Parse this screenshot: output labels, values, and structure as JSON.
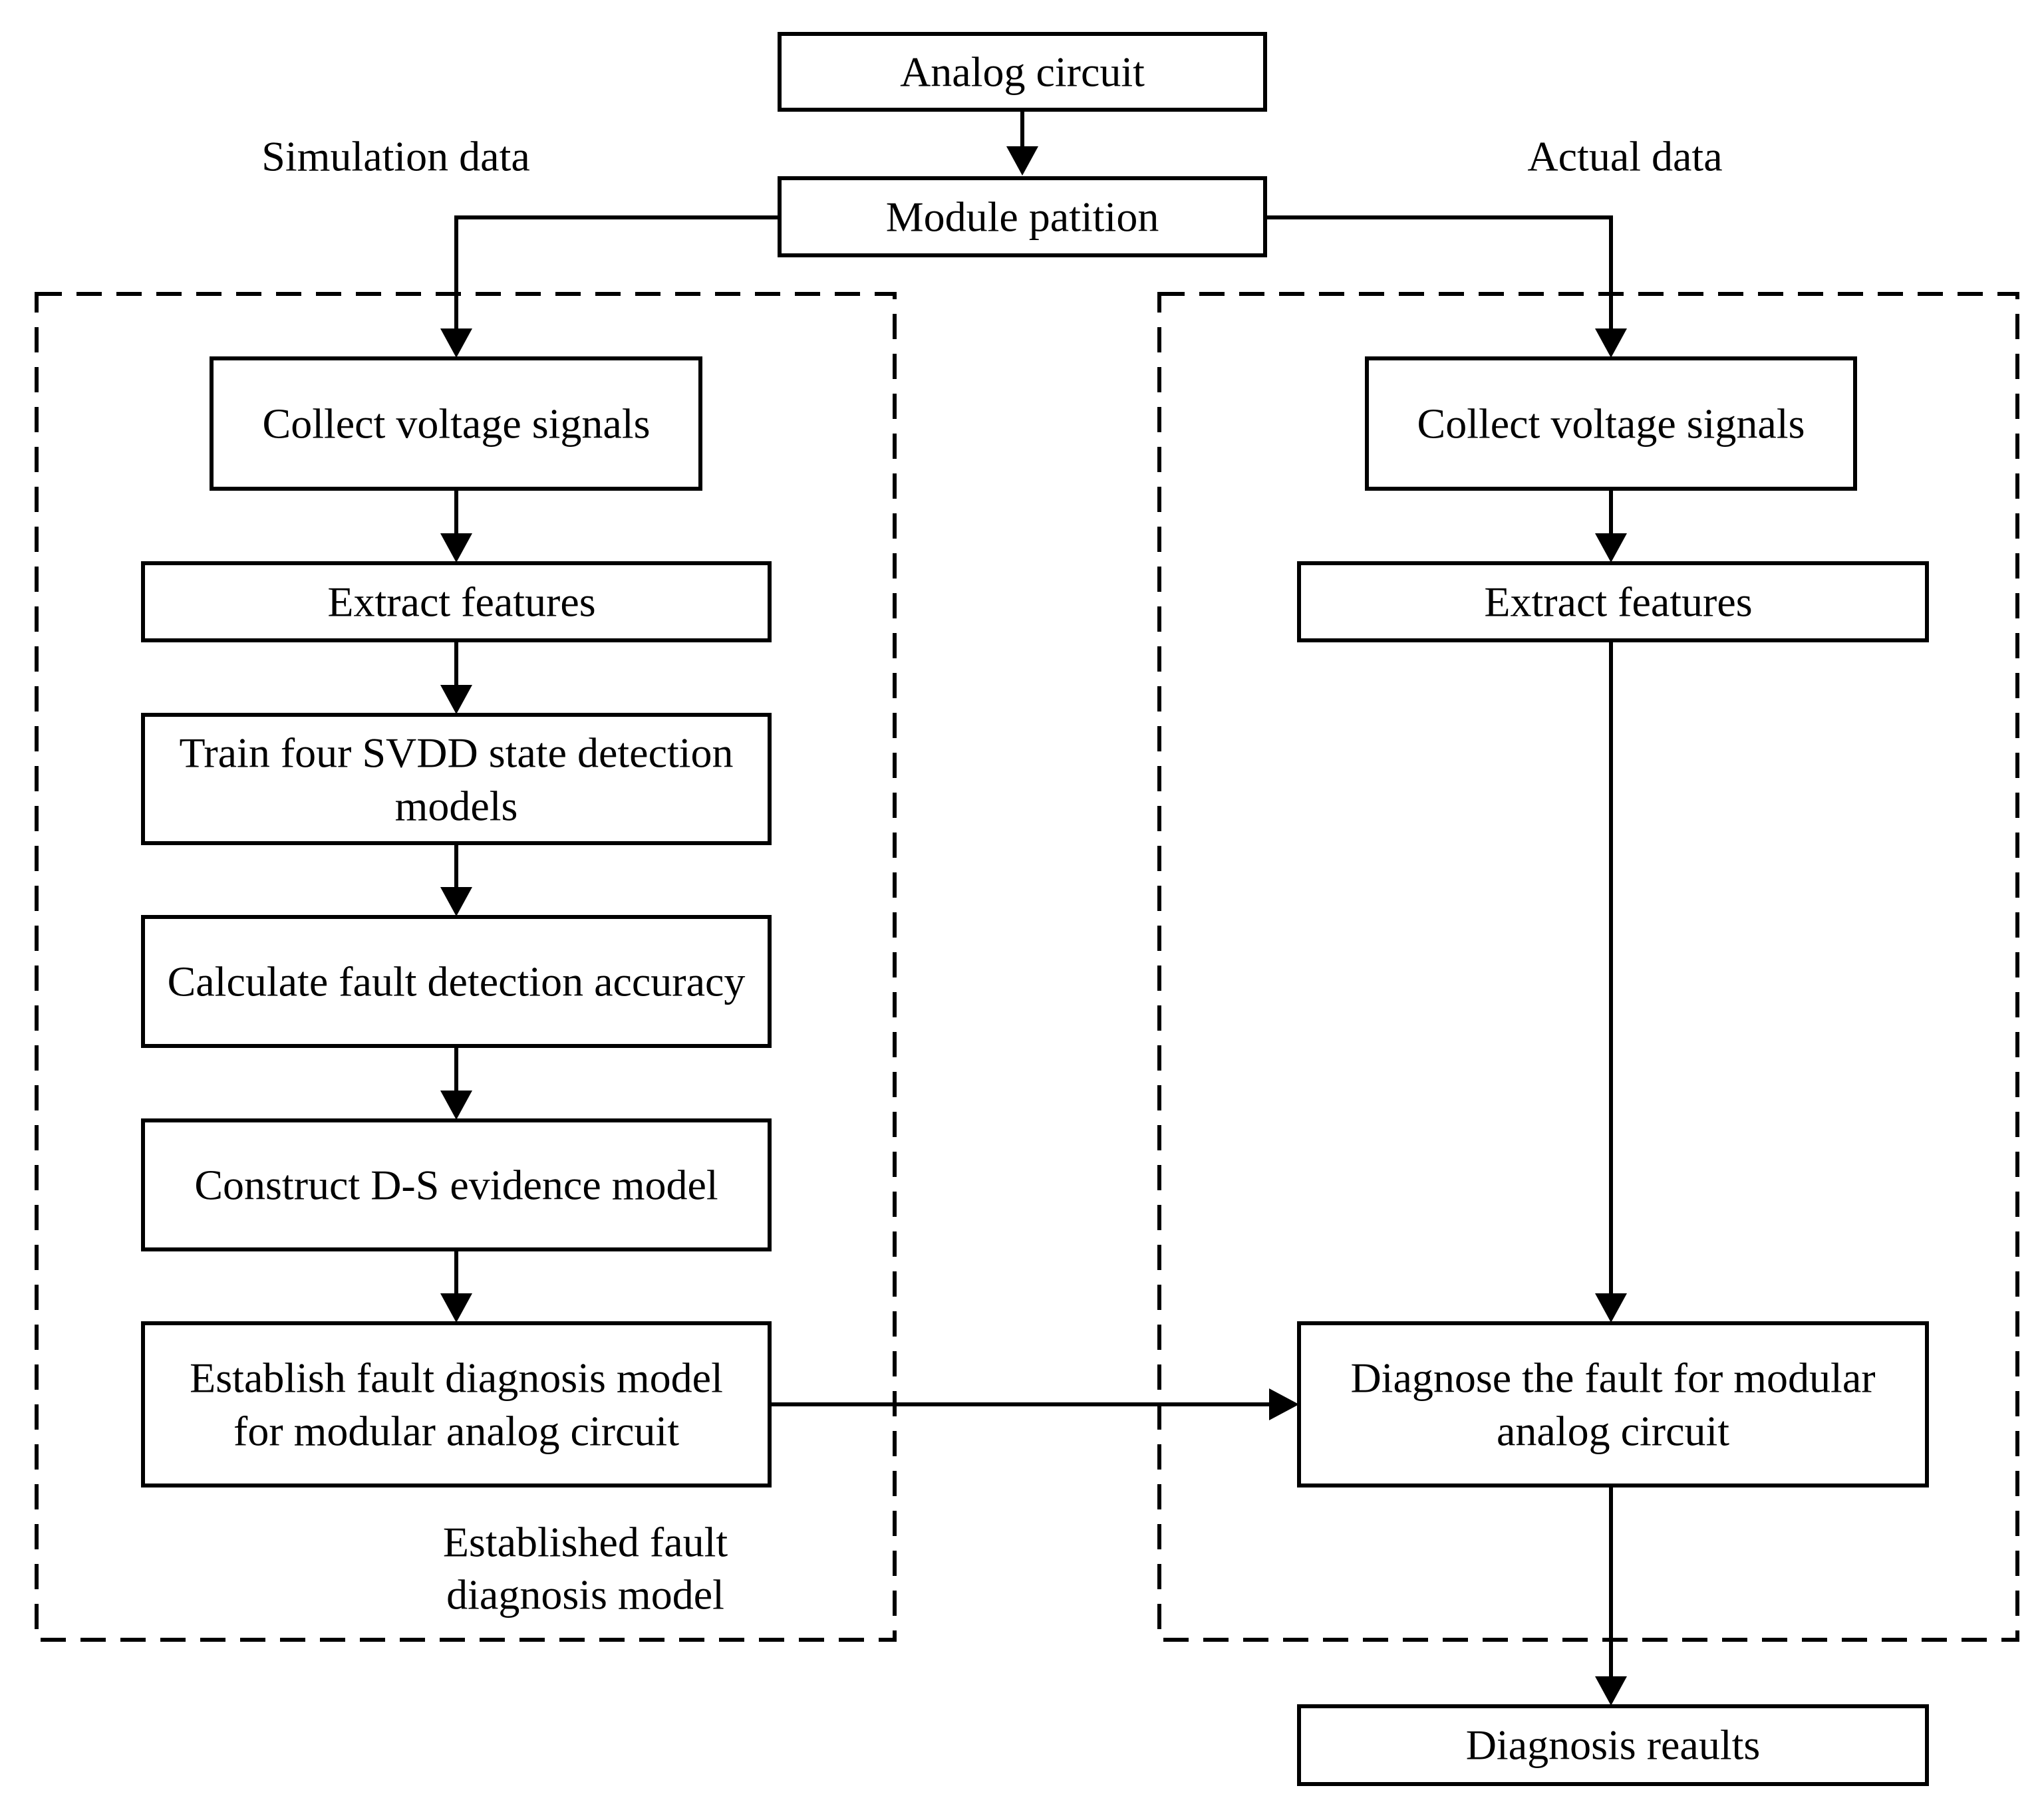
{
  "labels": {
    "simulation": "Simulation data",
    "actual": "Actual data",
    "established_line1": "Established fault",
    "established_line2": "diagnosis model"
  },
  "nodes": {
    "analog_circuit": "Analog circuit",
    "module_partition": "Module patition",
    "collect_left": "Collect voltage signals",
    "extract_left": "Extract features",
    "train_line1": "Train four SVDD state detection",
    "train_line2": "models",
    "calculate": "Calculate fault detection accuracy",
    "construct": "Construct D-S evidence model",
    "establish_line1": "Establish fault diagnosis model",
    "establish_line2": "for modular analog circuit",
    "collect_right": "Collect voltage signals",
    "extract_right": "Extract features",
    "diagnose_line1": "Diagnose the fault for modular",
    "diagnose_line2": "analog circuit",
    "results": "Diagnosis reaults"
  }
}
